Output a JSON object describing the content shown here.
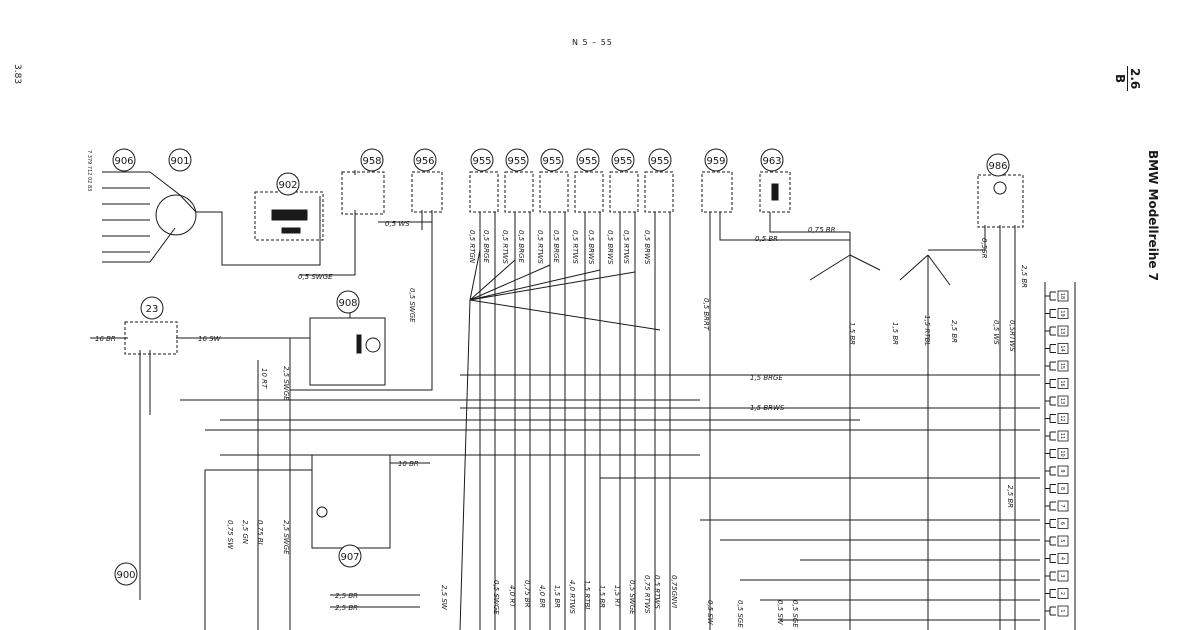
{
  "header": {
    "doc_code": "N 5 – 55",
    "page_number": "3.83",
    "section_number": "2.6",
    "section_letter": "B",
    "model": "BMW Modellreihe 7",
    "side_reference": "7 379 712 02 83"
  },
  "components": [
    {
      "id": "906"
    },
    {
      "id": "901"
    },
    {
      "id": "902"
    },
    {
      "id": "958"
    },
    {
      "id": "956"
    },
    {
      "id": "955a",
      "label": "955"
    },
    {
      "id": "955b",
      "label": "955"
    },
    {
      "id": "955c",
      "label": "955"
    },
    {
      "id": "955d",
      "label": "955"
    },
    {
      "id": "955e",
      "label": "955"
    },
    {
      "id": "955f",
      "label": "955"
    },
    {
      "id": "959"
    },
    {
      "id": "963"
    },
    {
      "id": "986"
    },
    {
      "id": "23"
    },
    {
      "id": "908"
    },
    {
      "id": "907"
    },
    {
      "id": "900"
    }
  ],
  "component_labels": [
    "906",
    "901",
    "902",
    "958",
    "956",
    "955",
    "955",
    "955",
    "955",
    "955",
    "955",
    "959",
    "963",
    "986",
    "23",
    "908",
    "907",
    "900"
  ],
  "wire_labels": {
    "w_05ws": "0,5 WS",
    "w_05swge_h": "0,5 SWGE",
    "w_05swge_v": "0,5 SWGE",
    "w_16br": "16 BR",
    "w_16sw": "16 SW",
    "w_10rt": "10 RT",
    "w_25swge": "2,5 SWGE",
    "w_10br": "10 BR",
    "w_075sw": "0,75 SW",
    "w_25gn": "2,5 GN",
    "w_075bl": "0,75 BL",
    "w_25swge2": "2,5 SWGE",
    "w_25br_a": "2,5 BR",
    "w_25br_b": "2,5 BR",
    "w_25sw": "2,5 SW",
    "w_05rtgn": "0,5 RTGN",
    "w_05brge": "0,5 BRGE",
    "w_05rtws": "0,5 RTWS",
    "w_05brge2": "0,5 BRGE",
    "w_05rtws2": "0,5 RTWS",
    "w_05brge3": "0,5 BRGE",
    "w_05rtws3": "0,5 RTWS",
    "w_05brws": "0,5 BRWS",
    "w_05brws2": "0,5 BRWS",
    "w_05rtws4": "0,5 RTWS",
    "w_05brws3": "0,5 BRWS",
    "w_05brrt": "0,5 BRRT",
    "w_075br": "0,75 BR",
    "w_05br": "0,5 BR",
    "w_05sr": "0,5SR",
    "w_25br_right": "2,5 BR",
    "w_15br_v": "1,5 BR",
    "w_15br_v2": "1,5 BR",
    "w_15rtbl": "1,5 RTBL",
    "w_25br_v3": "2,5 BR",
    "w_05ws_v": "0,5 WS",
    "w_05rtws_v": "0,5RTWS",
    "w_15brge": "1,5 BRGE",
    "w_15brws": "1,5 BRWS",
    "w_25br_mid": "2,5 BR",
    "b_05swge": "0,5 SWGE",
    "b_40rt": "4,0 RT",
    "b_075br": "0,75 BR",
    "b_40br": "4,0 BR",
    "b_15br": "1,5 BR",
    "b_40rtws": "4,0 RTWS",
    "b_15rtbl": "1,5 RTBL",
    "b_15br2": "1,5 BR",
    "b_15rt": "1,5 RT",
    "b_05swge2": "0,5 SWGE",
    "b_075rtws": "0,75 RTWS",
    "b_05rtws": "0,5 RTWS",
    "b_075gnvi": "0,75GNVI",
    "b_05sw": "0,5 SW",
    "b_05sge": "0,5 SGE",
    "b_05sw2": "0,5 SW",
    "b_05sge2": "0,5 SGE"
  },
  "terminal_numbers": [
    "18",
    "19",
    "13",
    "14",
    "15",
    "16",
    "13",
    "12",
    "11",
    "10",
    "9",
    "8",
    "7",
    "6",
    "5",
    "4",
    "3",
    "2",
    "1"
  ]
}
